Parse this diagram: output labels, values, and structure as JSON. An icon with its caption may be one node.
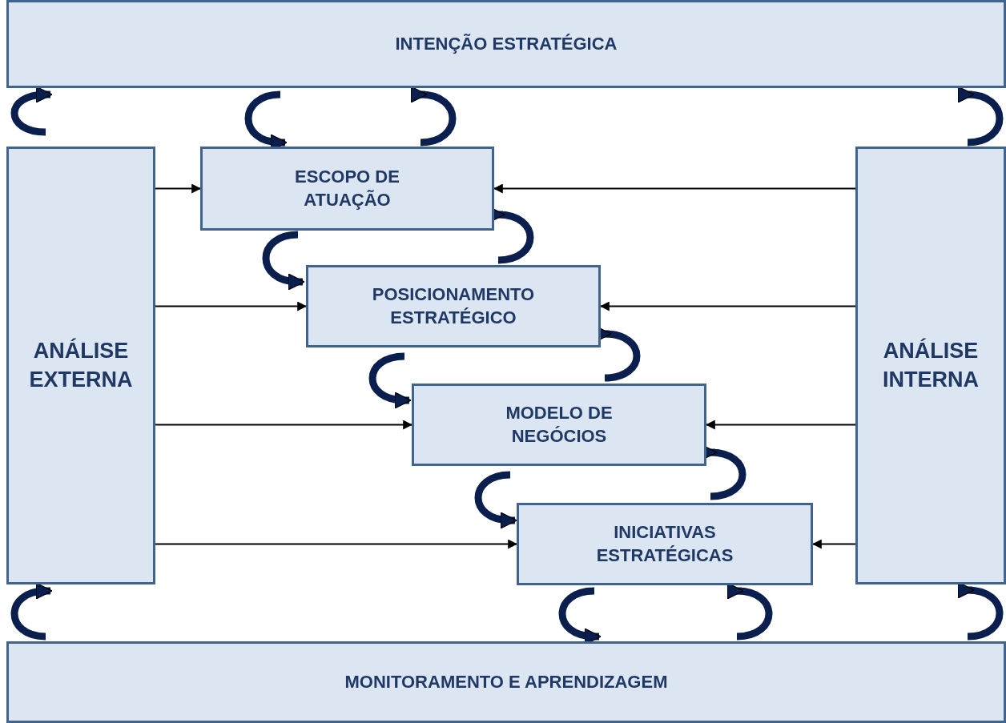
{
  "diagram": {
    "nodes": [
      {
        "text": [
          "INTENÇÃO ESTRATÉGICA"
        ]
      },
      {
        "text": [
          "ANÁLISE EXTERNA"
        ]
      },
      {
        "text": [
          "ESCOPO DE ATUAÇÃO"
        ]
      },
      {
        "text": [
          "POSICIONAMENTO ESTRATÉGICO"
        ]
      },
      {
        "text": [
          "MODELO DE NEGÓCIOS"
        ]
      },
      {
        "text": [
          "INICIATIVAS ESTRATÉGICAS"
        ]
      },
      {
        "text": [
          "ANÁLISE INTERNA"
        ]
      },
      {
        "text": [
          "MONITORAMENTO E APRENDIZAGEM"
        ]
      }
    ],
    "edges": [
      {
        "from": 1,
        "to": 0,
        "arrow": "to"
      },
      {
        "from": 0,
        "to": 2,
        "arrow": "to"
      },
      {
        "from": 2,
        "to": 0,
        "arrow": "to"
      },
      {
        "from": 6,
        "to": 0,
        "arrow": "to"
      },
      {
        "from": 2,
        "to": 3,
        "arrow": "to"
      },
      {
        "from": 3,
        "to": 2,
        "arrow": "to"
      },
      {
        "from": 3,
        "to": 4,
        "arrow": "to"
      },
      {
        "from": 4,
        "to": 3,
        "arrow": "to"
      },
      {
        "from": 4,
        "to": 5,
        "arrow": "to"
      },
      {
        "from": 5,
        "to": 4,
        "arrow": "to"
      },
      {
        "from": 7,
        "to": 1,
        "arrow": "to"
      },
      {
        "from": 5,
        "to": 7,
        "arrow": "to"
      },
      {
        "from": 7,
        "to": 5,
        "arrow": "to"
      },
      {
        "from": 7,
        "to": 6,
        "arrow": "to"
      },
      {
        "from": 1,
        "to": 2,
        "arrow": "to",
        "color": "#000000"
      },
      {
        "from": 1,
        "to": 3,
        "arrow": "to",
        "color": "#000000"
      },
      {
        "from": 1,
        "to": 4,
        "arrow": "to",
        "color": "#000000"
      },
      {
        "from": 1,
        "to": 5,
        "arrow": "to",
        "color": "#000000"
      },
      {
        "from": 6,
        "to": 2,
        "arrow": "to",
        "color": "#000000"
      },
      {
        "from": 6,
        "to": 3,
        "arrow": "to",
        "color": "#000000"
      },
      {
        "from": 6,
        "to": 4,
        "arrow": "to",
        "color": "#000000"
      },
      {
        "from": 6,
        "to": 5,
        "arrow": "to",
        "color": "#000000"
      }
    ]
  }
}
